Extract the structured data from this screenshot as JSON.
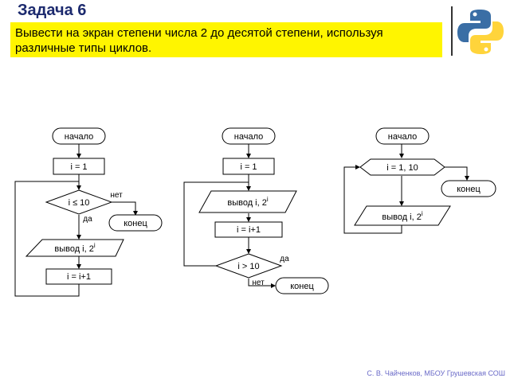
{
  "header": {
    "title": "Задача 6",
    "task_line1": "Вывести на экран степени числа 2 до десятой степени, используя",
    "task_line2": "различные типы циклов."
  },
  "flowchart1": {
    "start": "начало",
    "init": "i = 1",
    "condition": "i ≤ 10",
    "no_label": "нет",
    "yes_label": "да",
    "end": "конец",
    "output": "вывод i, 2",
    "output_sup": "i",
    "increment": "i = i+1"
  },
  "flowchart2": {
    "start": "начало",
    "init": "i = 1",
    "output": "вывод i, 2",
    "output_sup": "i",
    "increment": "i = i+1",
    "condition": "i > 10",
    "yes_label": "да",
    "no_label": "нет",
    "end": "конец"
  },
  "flowchart3": {
    "start": "начало",
    "loop": "i = 1, 10",
    "end": "конец",
    "output": "вывод i, 2",
    "output_sup": "i"
  },
  "footer": "С. В. Чайченков, МБОУ Грушевская СОШ",
  "colors": {
    "title": "#1c2a6e",
    "task_background": "#fff500",
    "footer": "#6a6ac8",
    "python_blue": "#3a6ea5",
    "python_yellow": "#ffd43b"
  }
}
